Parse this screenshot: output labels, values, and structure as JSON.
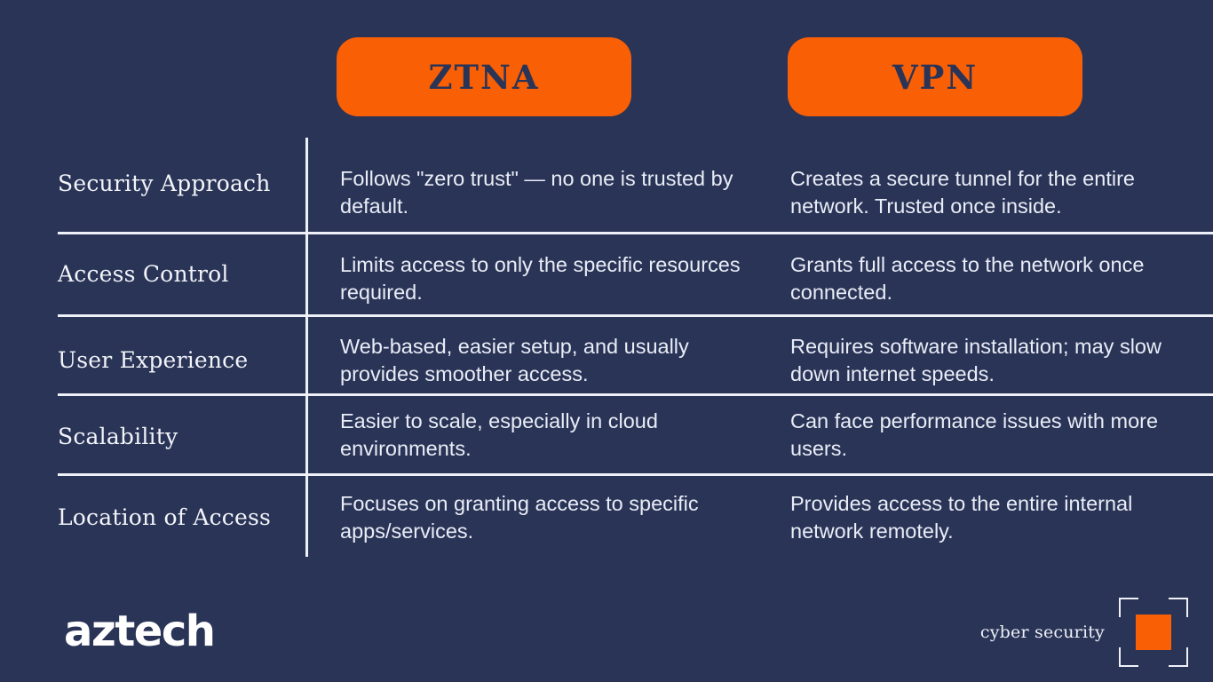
{
  "theme": {
    "background": "#2a3457",
    "accent": "#f95f05",
    "rule": "#eef1f7",
    "text": "#e9edf6"
  },
  "headers": {
    "left_column": "",
    "ztna": "ZTNA",
    "vpn": "VPN"
  },
  "rows": [
    {
      "label": "Security Approach",
      "ztna": "Follows \"zero trust\" — no one is trusted by default.",
      "vpn": "Creates a secure tunnel for the entire network. Trusted once inside."
    },
    {
      "label": "Access Control",
      "ztna": "Limits access to only the specific resources required.",
      "vpn": "Grants full access to the network once connected."
    },
    {
      "label": "User Experience",
      "ztna": "Web-based, easier setup, and usually provides smoother access.",
      "vpn": "Requires software installation; may slow down internet speeds."
    },
    {
      "label": "Scalability",
      "ztna": "Easier to scale, especially in cloud environments.",
      "vpn": "Can face performance issues with more users."
    },
    {
      "label": "Location of Access",
      "ztna": "Focuses on granting access to specific apps/services.",
      "vpn": "Provides access to the entire internal network remotely."
    }
  ],
  "footer": {
    "logo": "aztech",
    "badge_label": "cyber security",
    "badge_icon": "scan-frame-icon"
  }
}
